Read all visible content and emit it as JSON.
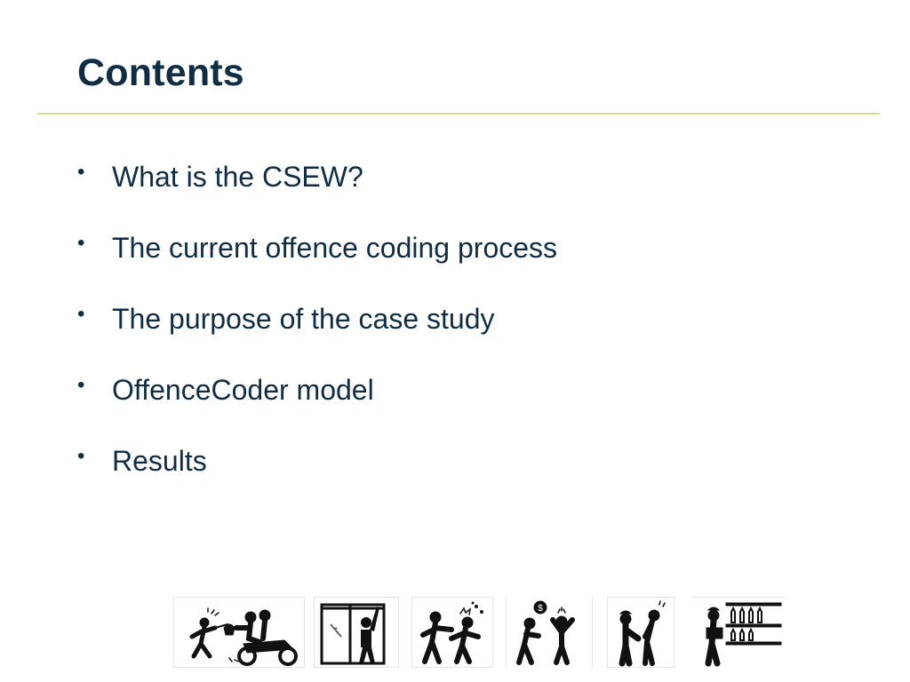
{
  "slide": {
    "title": "Contents",
    "bullets": [
      {
        "bullet": "•",
        "text": "What is the CSEW?"
      },
      {
        "bullet": "•",
        "text": "The current offence coding process"
      },
      {
        "bullet": "•",
        "text": "The purpose of the case study"
      },
      {
        "bullet": "•",
        "text": "OffenceCoder model"
      },
      {
        "bullet": "•",
        "text": "Results"
      }
    ],
    "pictograms": [
      {
        "icon": "bag-snatch-motorbike-icon"
      },
      {
        "icon": "burglary-window-icon"
      },
      {
        "icon": "assault-icon"
      },
      {
        "icon": "robbery-money-icon"
      },
      {
        "icon": "pickpocket-icon"
      },
      {
        "icon": "shoplifting-icon"
      }
    ],
    "colors": {
      "text": "#0f2d45",
      "rule": "#d4e08a"
    }
  }
}
